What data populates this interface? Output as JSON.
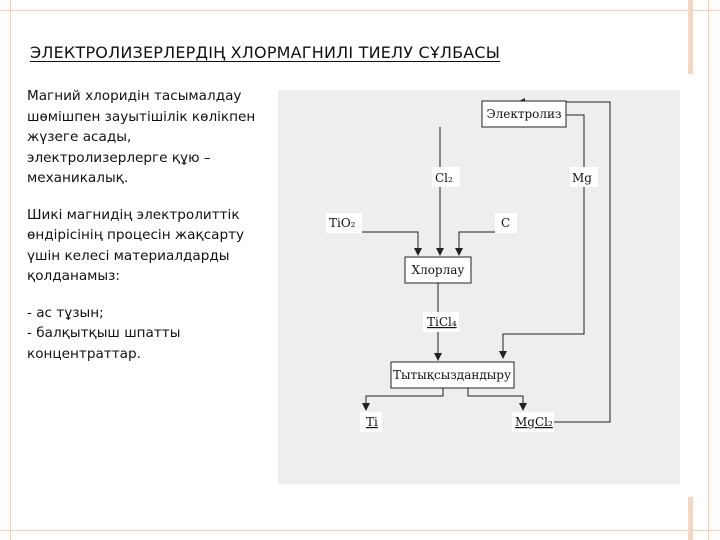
{
  "slide": {
    "title": "ЭЛЕКТРОЛИЗЕРЛЕРДІҢ ХЛОРМАГНИЛІ ТИЕЛУ СҰЛБАСЫ",
    "paragraph1": "Магний хлоридін тасымалдау шөмішпен зауытішілік көлікпен жүзеге асады, электролизерлерге құю – механикалық.",
    "paragraph2": "Шикі магнидің электролиттік өндірісінің процесін жақсарту үшін келесі материалдарды қолданамыз:",
    "list": [
      "- ас тұзын;",
      "- балқытқыш шпатты концентраттар."
    ]
  },
  "diagram": {
    "boxes": {
      "electrolysis": "Электролиз",
      "chlorination": "Хлорлау",
      "separation": "Тытықсыздандыру"
    },
    "labels": {
      "cl2": "Cl₂",
      "mg": "Mg",
      "tio2": "TiO₂",
      "c": "C",
      "ticl4": "TiCl₄",
      "ti": "Ti",
      "mgcl2": "MgCl₂"
    }
  },
  "colors": {
    "accent_decoration": "#f2cfb8",
    "diagram_background": "#eeeeee"
  }
}
